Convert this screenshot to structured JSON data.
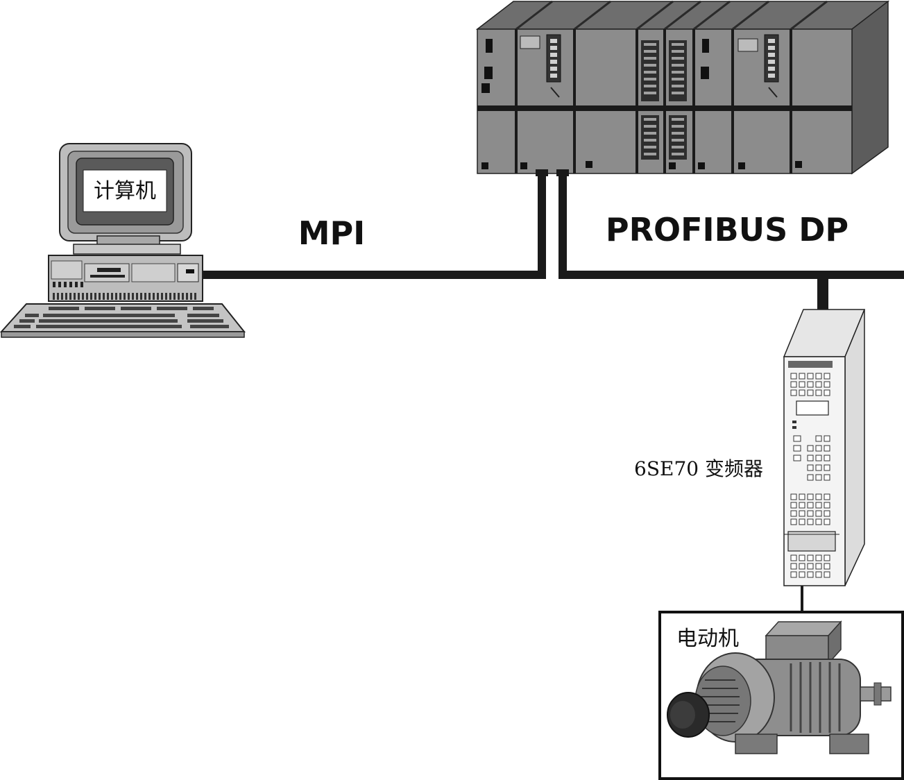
{
  "labels": {
    "computer": "计算机",
    "mpi": "MPI",
    "profibus": "PROFIBUS DP",
    "inverter": "6SE70 变频器",
    "motor": "电动机"
  },
  "colors": {
    "cable": "#1a1a1a",
    "device_gray": "#8c8c8c",
    "device_light": "#d6d6d6",
    "device_dark": "#5a5a5a",
    "background": "#ffffff"
  },
  "icons": {
    "computer": "desktop-computer-icon",
    "plc": "plc-rack-icon",
    "inverter": "frequency-inverter-icon",
    "motor": "electric-motor-icon"
  }
}
